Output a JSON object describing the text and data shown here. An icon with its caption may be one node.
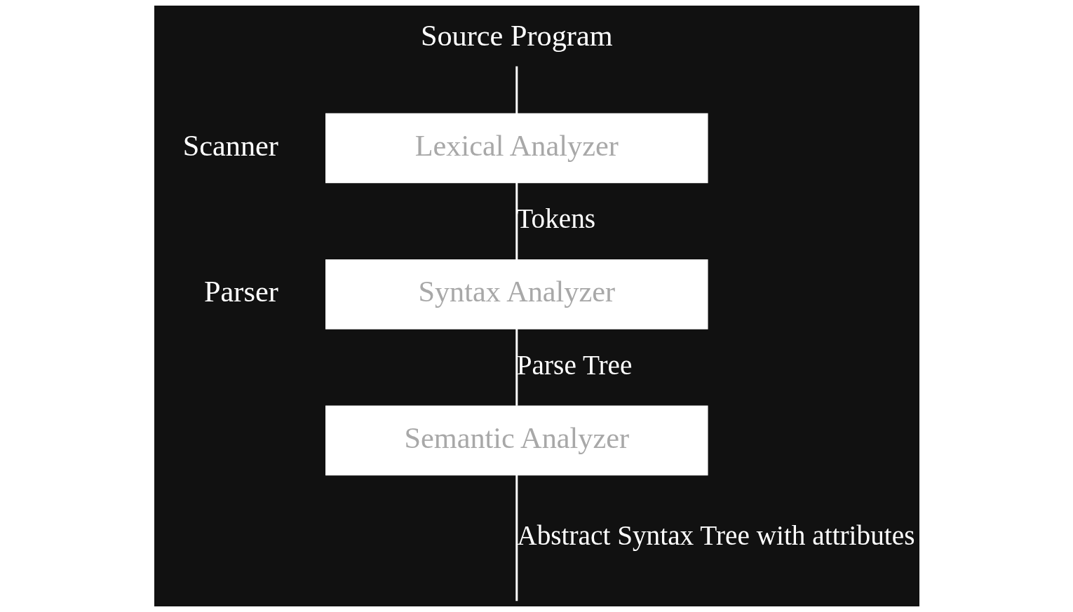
{
  "diagram": {
    "nodes": [
      {
        "text": [
          "Source Program"
        ]
      },
      {
        "text": [
          "Lexical Analyzer"
        ],
        "beside": [
          "Scanner"
        ]
      },
      {
        "text": [
          "Syntax Analyzer"
        ],
        "beside": [
          "Parser"
        ]
      },
      {
        "text": [
          "Semantic Analyzer"
        ]
      }
    ],
    "edges": [
      {
        "from": 0,
        "to": 1,
        "arrow": "none"
      },
      {
        "from": 1,
        "to": 2,
        "arrow": "none",
        "label": "Tokens"
      },
      {
        "from": 2,
        "to": 3,
        "arrow": "none",
        "label": "Parse Tree"
      },
      {
        "from": 3,
        "to": null,
        "arrow": "none",
        "label": "Abstract Syntax Tree with attributes"
      }
    ]
  }
}
